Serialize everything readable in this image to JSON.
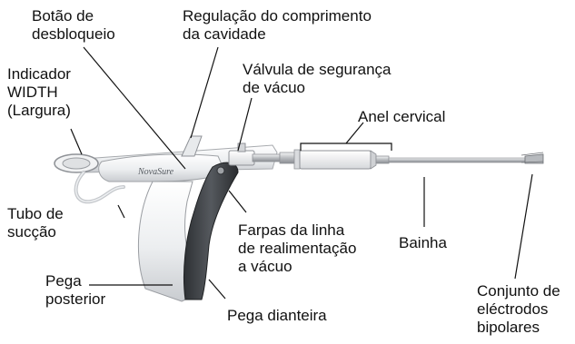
{
  "labels": {
    "botao": "Botão de\ndesbloqueio",
    "regulacao": "Regulação do comprimento\nda cavidade",
    "indicador": "Indicador\nWIDTH\n(Largura)",
    "valvula": "Válvula de segurança\nde vácuo",
    "anel": "Anel cervical",
    "tubo": "Tubo de\nsucção",
    "farpas": "Farpas da linha\nde realimentação\na vácuo",
    "bainha": "Bainha",
    "pega_posterior": "Pega\nposterior",
    "pega_dianteira": "Pega dianteira",
    "conjunto": "Conjunto de\neléctrodos\nbipolares"
  },
  "brand": "NovaSure"
}
